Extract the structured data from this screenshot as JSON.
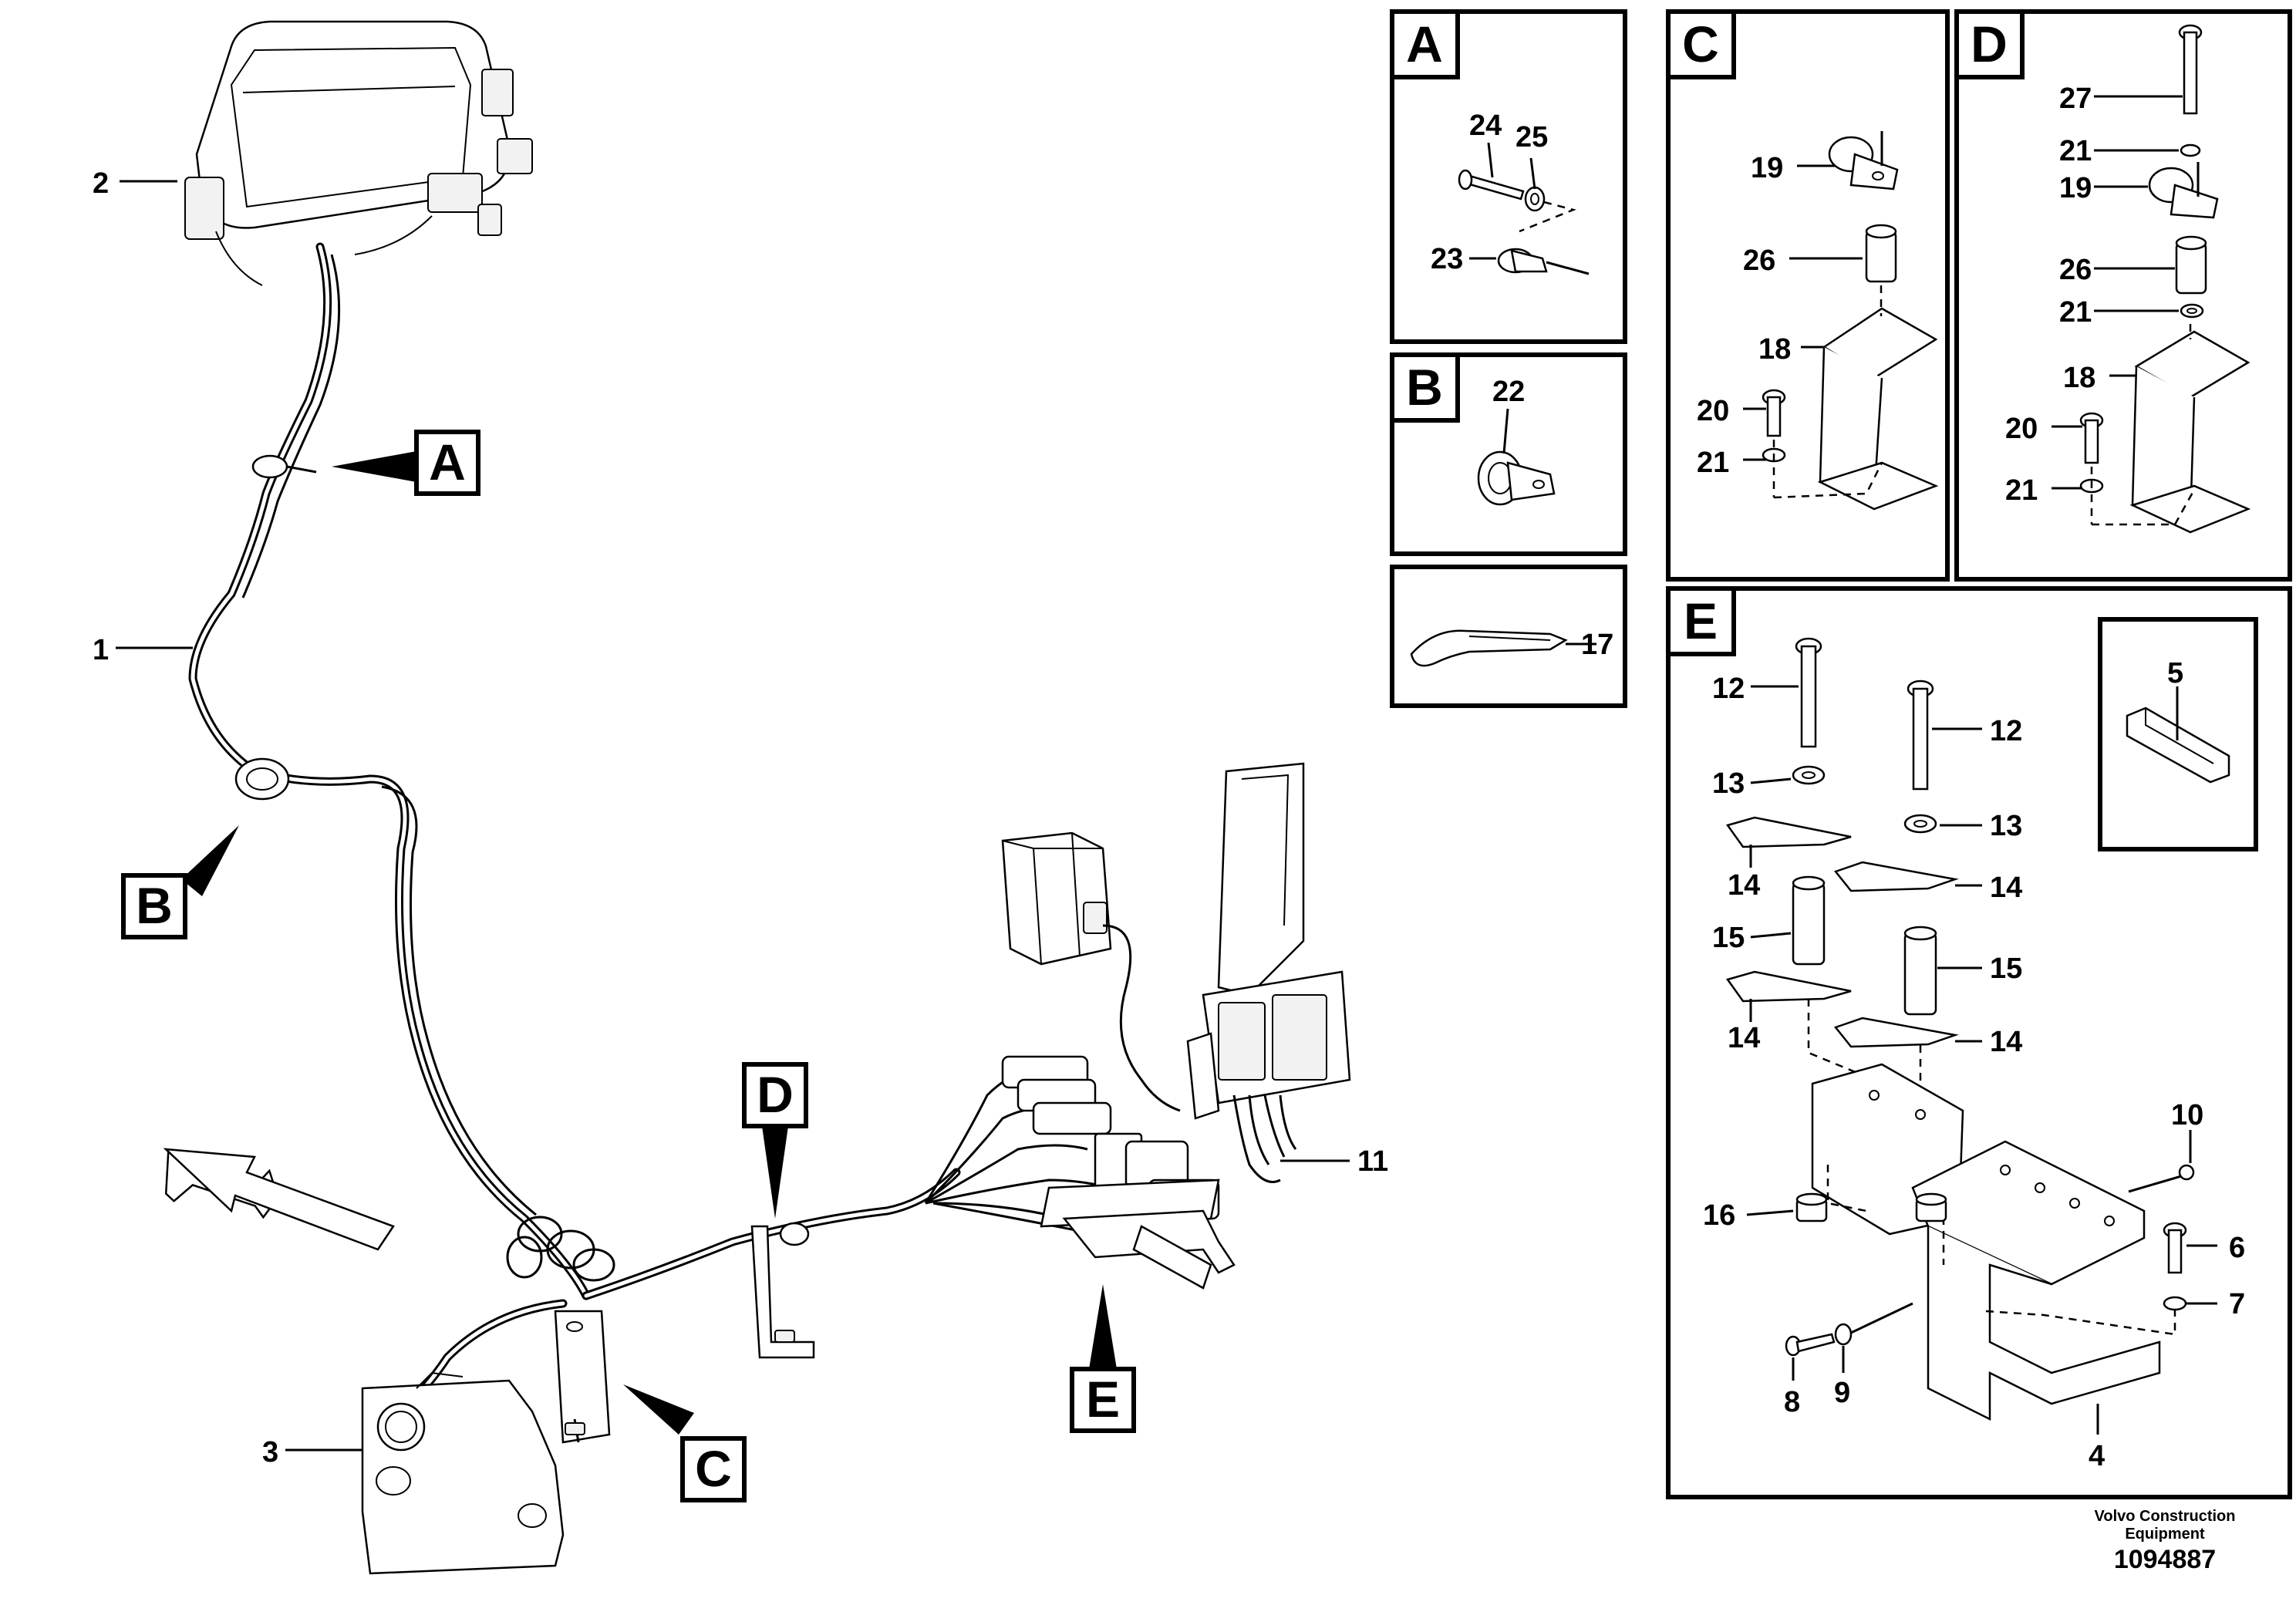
{
  "callouts": {
    "main": [
      "1",
      "2",
      "3",
      "11"
    ],
    "detail_A": [
      "24",
      "25",
      "23"
    ],
    "detail_B": [
      "22"
    ],
    "detail_17": [
      "17"
    ],
    "detail_C": [
      "19",
      "26",
      "18",
      "20",
      "21"
    ],
    "detail_D": [
      "27",
      "21",
      "19",
      "26",
      "21",
      "18",
      "20",
      "21"
    ],
    "detail_E": [
      "12",
      "12",
      "13",
      "13",
      "14",
      "14",
      "15",
      "15",
      "14",
      "14",
      "5",
      "10",
      "16",
      "6",
      "7",
      "8",
      "9",
      "4"
    ]
  },
  "views": {
    "pointers": [
      "A",
      "B",
      "C",
      "D",
      "E"
    ],
    "panels": [
      "A",
      "B",
      "C",
      "D",
      "E"
    ]
  },
  "footer": {
    "brand": "Volvo Construction Equipment",
    "doc_number": "1094887"
  }
}
